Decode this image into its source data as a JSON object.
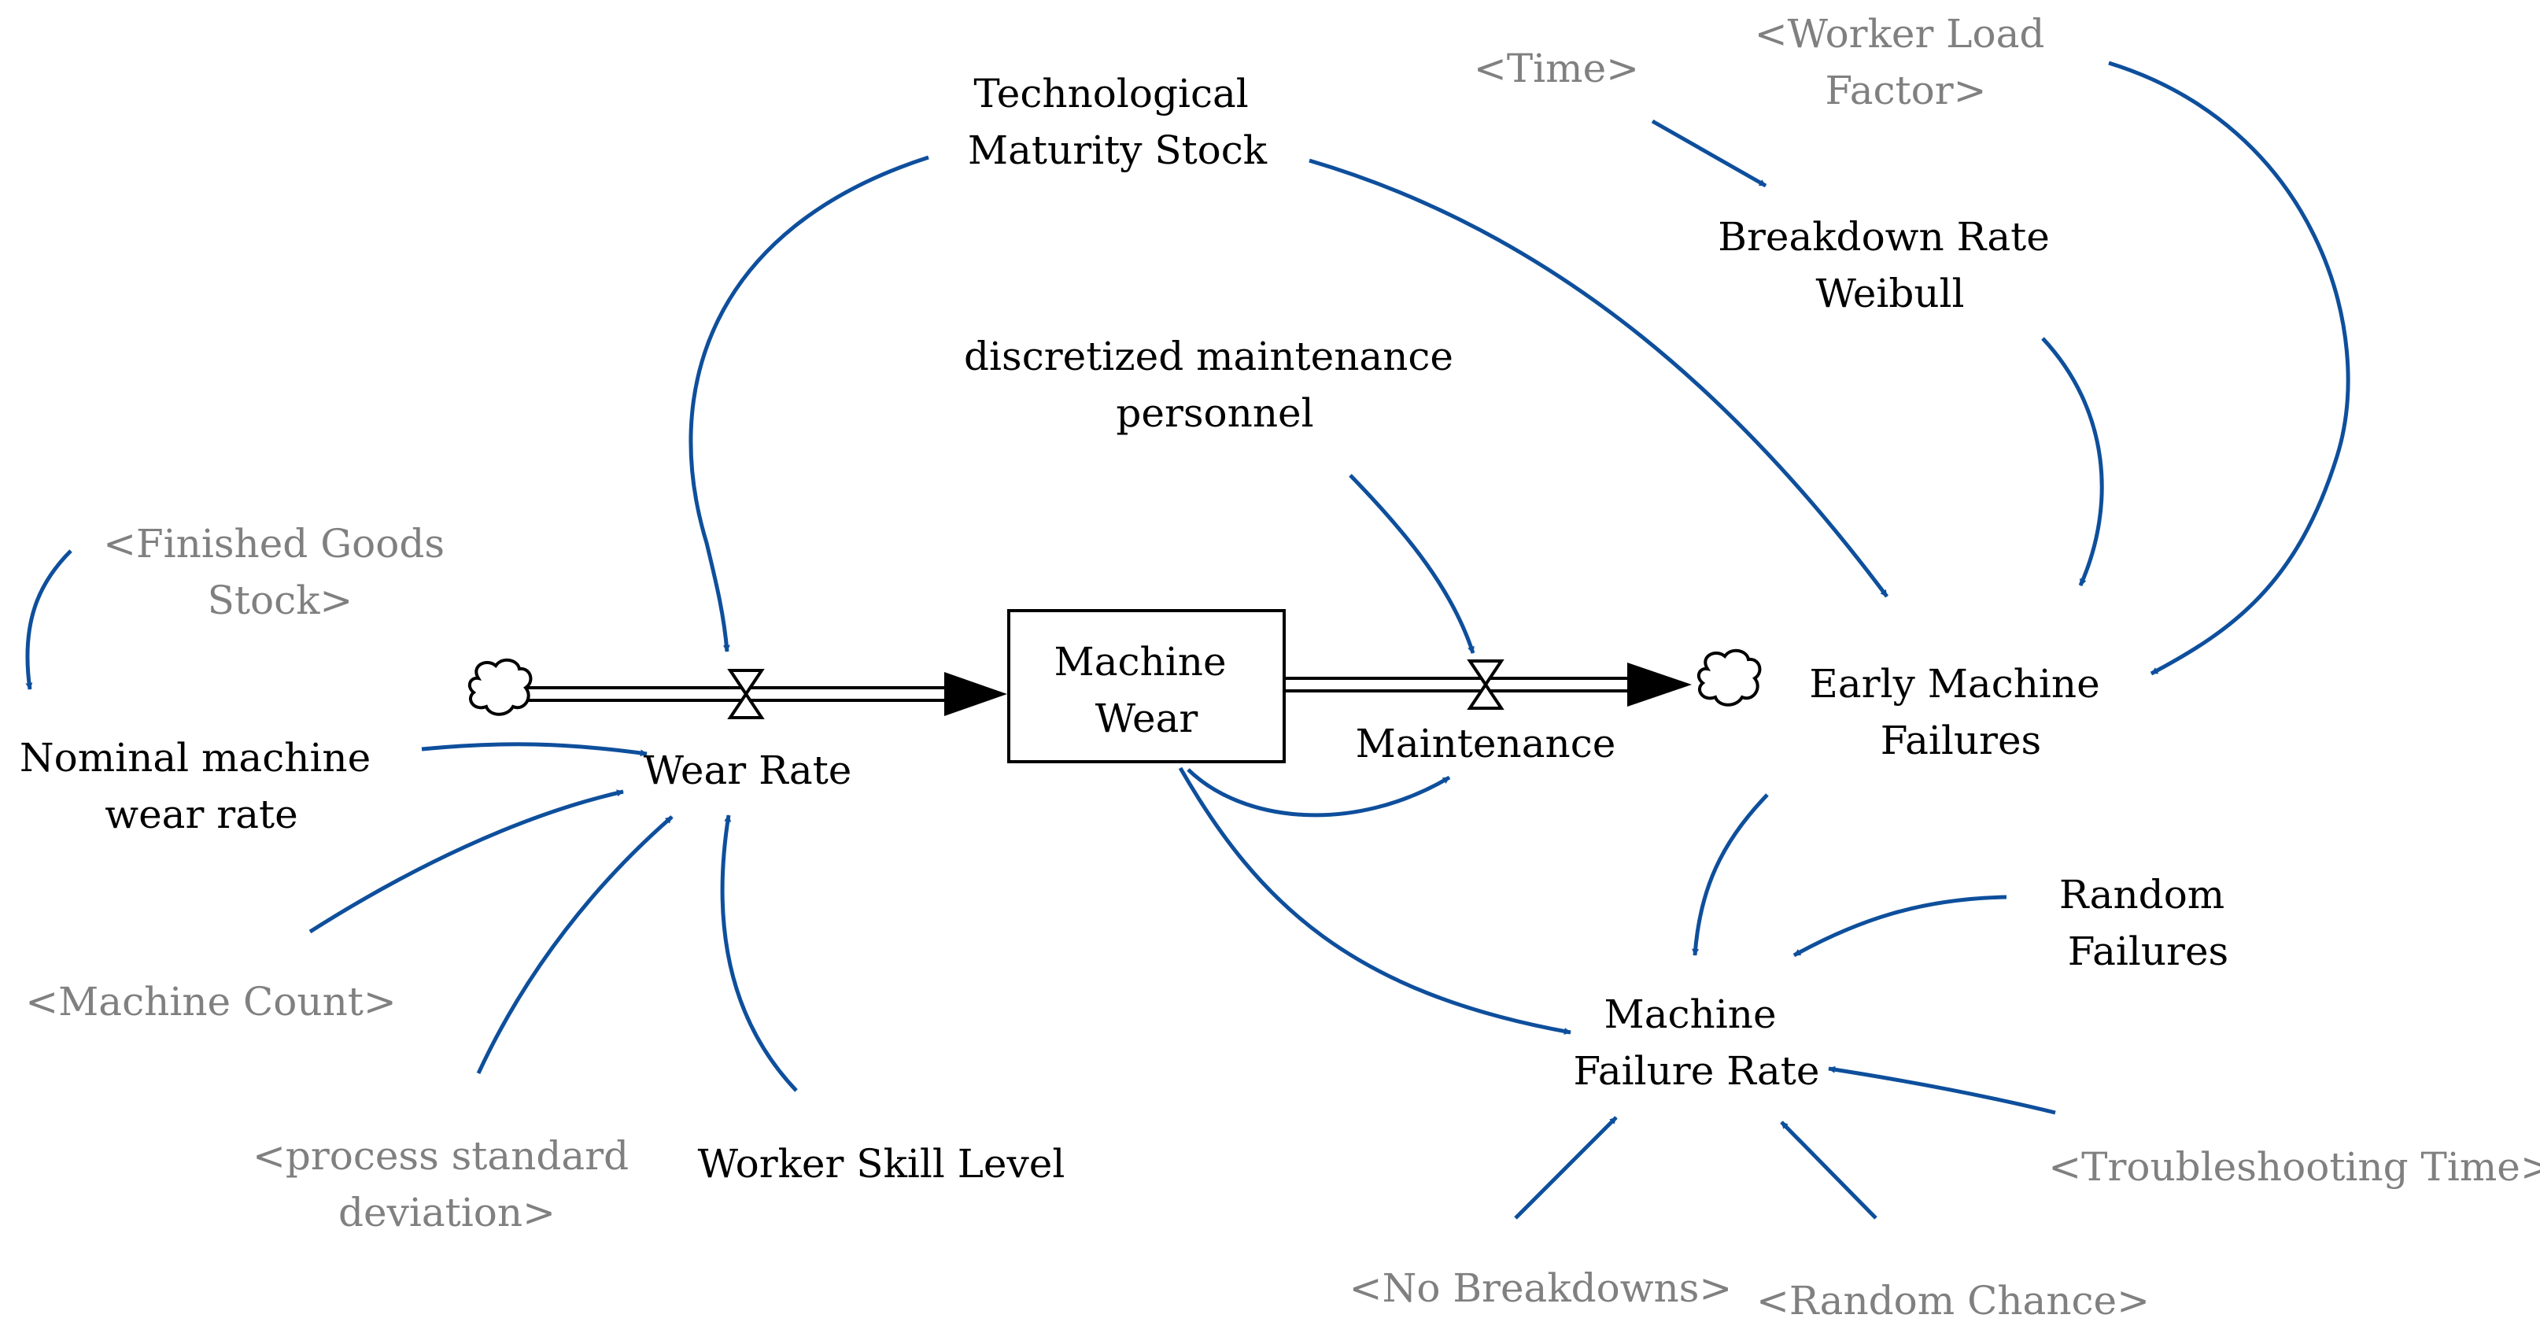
{
  "stock": {
    "lines": [
      "Machine",
      "Wear"
    ]
  },
  "flows": {
    "inflow": {
      "lines": [
        "Wear Rate"
      ]
    },
    "outflow": {
      "lines": [
        "Maintenance"
      ]
    }
  },
  "variables": {
    "technological_maturity_stock": {
      "lines": [
        "Technological",
        "Maturity Stock"
      ]
    },
    "discretized_maintenance_personnel": {
      "lines": [
        "discretized maintenance",
        "personnel"
      ]
    },
    "breakdown_rate_weibull": {
      "lines": [
        "Breakdown Rate",
        "Weibull"
      ]
    },
    "early_machine_failures": {
      "lines": [
        "Early Machine",
        "Failures"
      ]
    },
    "nominal_machine_wear_rate": {
      "lines": [
        "Nominal machine",
        "wear rate"
      ]
    },
    "worker_skill_level": {
      "lines": [
        "Worker Skill Level"
      ]
    },
    "machine_failure_rate": {
      "lines": [
        "Machine",
        "Failure Rate"
      ]
    },
    "random_failures": {
      "lines": [
        "Random",
        "Failures"
      ]
    }
  },
  "shadow_variables": {
    "time": {
      "lines": [
        "<Time>"
      ]
    },
    "worker_load_factor": {
      "lines": [
        "<Worker Load",
        "Factor>"
      ]
    },
    "finished_goods_stock": {
      "lines": [
        "<Finished Goods",
        "Stock>"
      ]
    },
    "machine_count": {
      "lines": [
        "<Machine Count>"
      ]
    },
    "process_standard_deviation": {
      "lines": [
        "<process standard",
        "deviation>"
      ]
    },
    "troubleshooting_time": {
      "lines": [
        "<Troubleshooting Time>"
      ]
    },
    "no_breakdowns": {
      "lines": [
        "<No Breakdowns>"
      ]
    },
    "random_chance": {
      "lines": [
        "<Random Chance>"
      ]
    }
  },
  "colors": {
    "link_arrow": "#0e4f9c",
    "variable_text": "#000000",
    "shadow_text": "#808080",
    "pipe": "#000000"
  }
}
